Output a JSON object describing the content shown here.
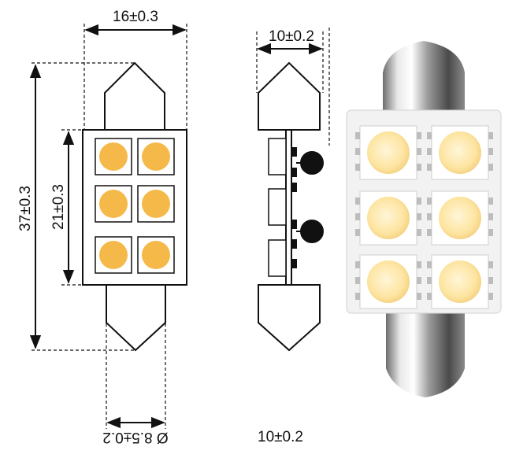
{
  "drawing": {
    "front_width": "16±0.3",
    "side_width": "10±0.2",
    "total_length": "37±0.3",
    "body_length": "21±0.3",
    "cap_diameter": "Ø 8.5±0.2",
    "bottom_note": "10±0.2"
  },
  "colors": {
    "line": "#111111",
    "led_warm": "#f5b94a",
    "led_photo": "#fde9a8",
    "board": "#f4f4f4"
  },
  "icons": {
    "front_leds": "smd-led-icon",
    "side_components": "resistor-icon"
  }
}
